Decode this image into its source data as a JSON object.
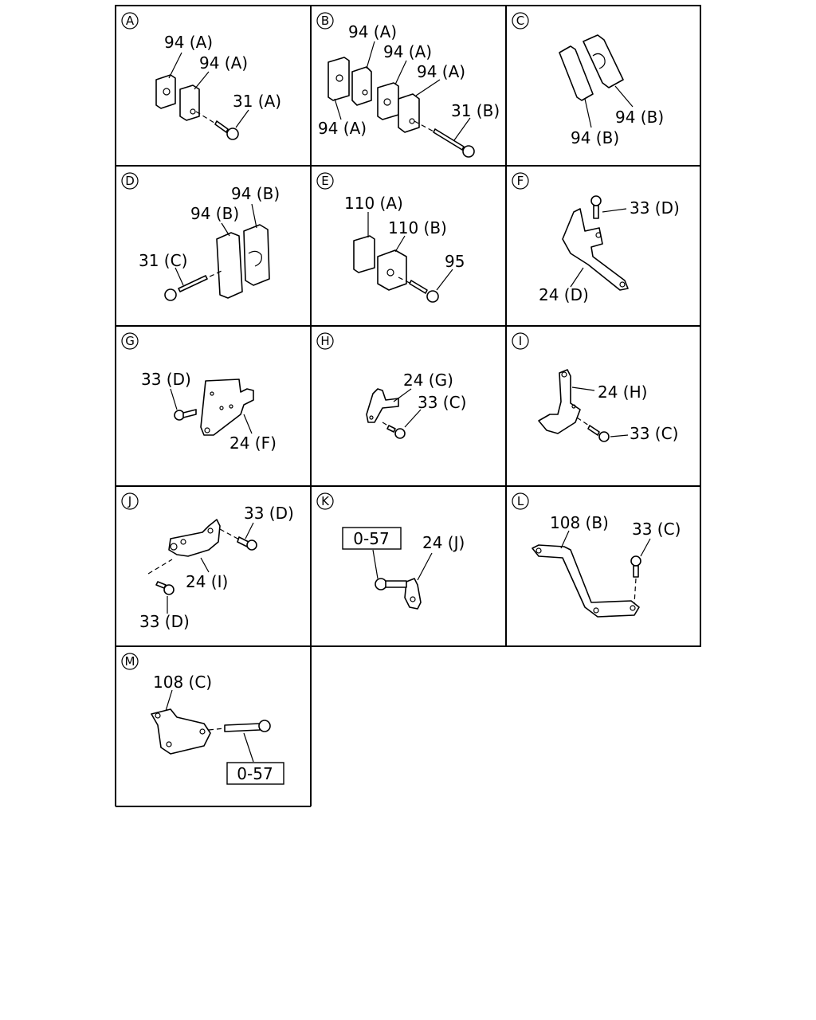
{
  "panels": [
    {
      "id": "A",
      "labels": [
        "94 (A)",
        "94 (A)",
        "31 (A)"
      ]
    },
    {
      "id": "B",
      "labels": [
        "94 (A)",
        "94 (A)",
        "94 (A)",
        "94 (A)",
        "31 (B)"
      ]
    },
    {
      "id": "C",
      "labels": [
        "94 (B)",
        "94 (B)"
      ]
    },
    {
      "id": "D",
      "labels": [
        "94 (B)",
        "94 (B)",
        "31 (C)"
      ]
    },
    {
      "id": "E",
      "labels": [
        "110 (A)",
        "110 (B)",
        "95"
      ]
    },
    {
      "id": "F",
      "labels": [
        "33 (D)",
        "24 (D)"
      ]
    },
    {
      "id": "G",
      "labels": [
        "33 (D)",
        "24 (F)"
      ]
    },
    {
      "id": "H",
      "labels": [
        "24 (G)",
        "33 (C)"
      ]
    },
    {
      "id": "I",
      "labels": [
        "24 (H)",
        "33 (C)"
      ]
    },
    {
      "id": "J",
      "labels": [
        "33 (D)",
        "24 (I)",
        "33 (D)"
      ]
    },
    {
      "id": "K",
      "labels": [
        "0-57",
        "24 (J)"
      ]
    },
    {
      "id": "L",
      "labels": [
        "108 (B)",
        "33 (C)"
      ]
    },
    {
      "id": "M",
      "labels": [
        "108 (C)",
        "0-57"
      ]
    }
  ]
}
